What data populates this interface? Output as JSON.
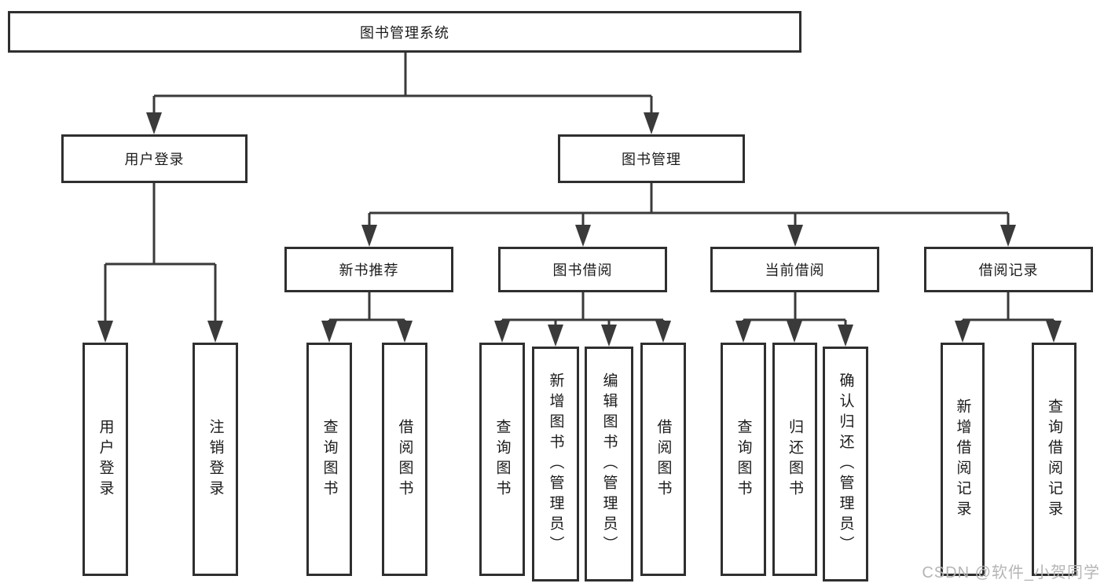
{
  "tree": {
    "root": "图书管理系统",
    "user_login": {
      "label": "用户登录",
      "children": [
        "用户登录",
        "注销登录"
      ]
    },
    "book_management": {
      "label": "图书管理",
      "sections": [
        {
          "label": "新书推荐",
          "children": [
            "查询图书",
            "借阅图书"
          ]
        },
        {
          "label": "图书借阅",
          "children": [
            "查询图书",
            "新增图书（管理员）",
            "编辑图书（管理员）",
            "借阅图书"
          ]
        },
        {
          "label": "当前借阅",
          "children": [
            "查询图书",
            "归还图书",
            "确认归还（管理员）"
          ]
        },
        {
          "label": "借阅记录",
          "children": [
            "新增借阅记录",
            "查询借阅记录"
          ]
        }
      ]
    }
  },
  "watermark": "CSDN @软件_小贺同学",
  "colors": {
    "line": "#3a3a3a",
    "box_border": "#2f2f2f",
    "text": "#1b1b1b",
    "watermark": "#b5b5b5",
    "background": "#ffffff"
  }
}
